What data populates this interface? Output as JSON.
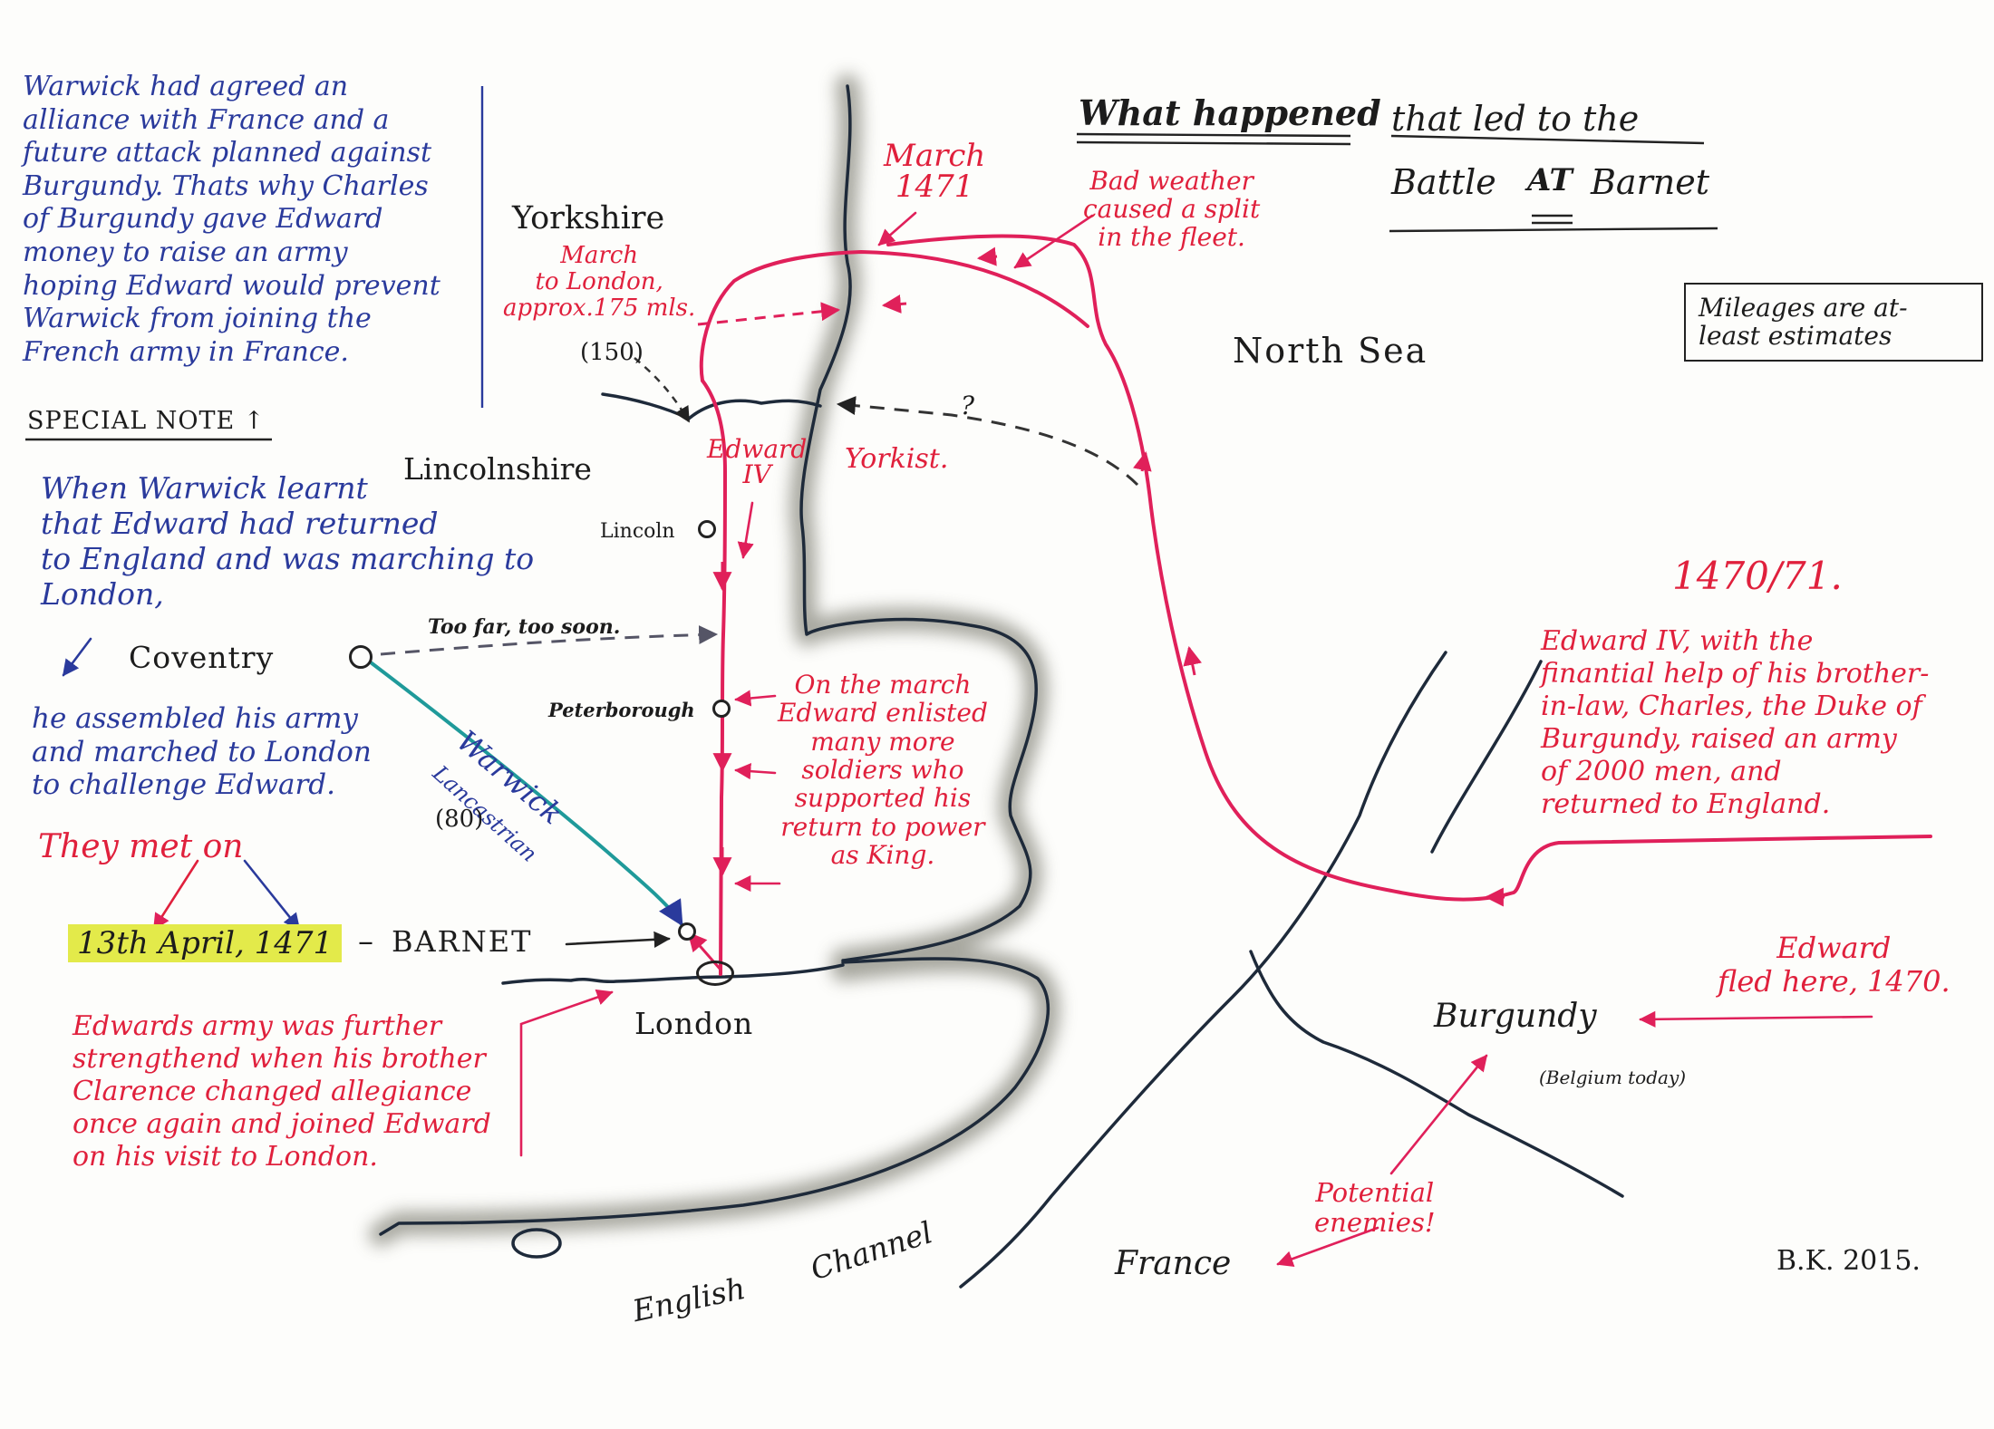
{
  "title": {
    "part1": "What happened",
    "part2": "that led to the",
    "part3": "Battle",
    "part4": "AT",
    "part5": "Barnet"
  },
  "notes": {
    "special_note": "Warwick had agreed an\nalliance with France and a\nfuture attack planned against\nBurgundy. Thats why Charles\nof Burgundy gave Edward\nmoney to raise an army\nhoping Edward would prevent\nWarwick from joining the\nFrench army in France.",
    "special_note_label": "SPECIAL NOTE ↑",
    "warwick_learnt": "When Warwick learnt\nthat Edward had returned\nto England and was marching to\nLondon,",
    "warwick_assembled": "he assembled his army\nand marched to London\nto challenge Edward.",
    "they_met_on": "They met on",
    "date": "13th April, 1471",
    "date_dash": "–",
    "barnet": "BARNET",
    "clarence": "Edwards army was further\nstrengthend when his brother\nClarence changed allegiance\nonce again and joined Edward\non his visit to London.",
    "march_1471": "March\n1471",
    "bad_weather": "Bad weather\ncaused a split\nin the fleet.",
    "march_to_london": "March\nto London,\napprox.175 mls.",
    "mls_150": "(150)",
    "edward_iv": "Edward\nIV",
    "yorkist": "Yorkist.",
    "on_the_march": "On the march\nEdward enlisted\nmany more\nsoldiers who\nsupported his\nreturn to power\nas King.",
    "too_far": "Too far, too soon.",
    "year_label": "1470/71.",
    "edward_finance": "Edward IV, with the\nfinantial help of his brother-\nin-law, Charles, the Duke of\nBurgundy, raised an army\nof 2000 men, and\nreturned to England.",
    "edward_fled": "Edward\nfled here, 1470.",
    "potential_enemies": "Potential\nenemies!",
    "mileages": "Mileages are at-\nleast estimates",
    "question_mark": "?",
    "signature": "B.K. 2015."
  },
  "places": {
    "yorkshire": "Yorkshire",
    "lincolnshire": "Lincolnshire",
    "lincoln": "Lincoln",
    "coventry": "Coventry",
    "peterborough": "Peterborough",
    "london": "London",
    "north_sea": "North Sea",
    "burgundy": "Burgundy",
    "belgium_today": "(Belgium today)",
    "france": "France",
    "english": "English",
    "channel": "Channel"
  },
  "routes": {
    "warwick": "Warwick",
    "lancastrian": "Lancastrian",
    "mls_80": "(80)"
  },
  "colors": {
    "edward_route": "#e0205a",
    "warwick_route": "#1f9a9a",
    "notes_blue": "#2a3a9c",
    "notes_red": "#e0203c",
    "highlight": "#e3ea4a",
    "coast_shadow": "#8a8a80"
  }
}
